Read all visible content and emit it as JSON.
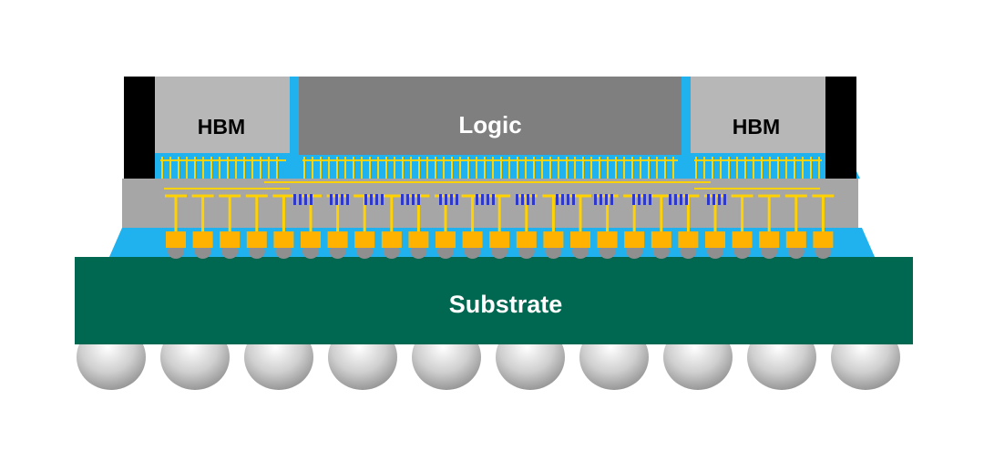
{
  "diagram": {
    "labels": {
      "hbm_left": "HBM",
      "logic": "Logic",
      "hbm_right": "HBM",
      "substrate": "Substrate"
    },
    "colors": {
      "substrate": "#006750",
      "interposer": "#a6a6a6",
      "hbm": "#b7b7b7",
      "logic": "#7f7f7f",
      "mold": "#000000",
      "underfill": "#1fb2ee",
      "wiring": "#ffd200",
      "via": "#2f39c9",
      "bump": "#ffb300",
      "solder_ball": "#c8c8c8"
    },
    "counts": {
      "c4_bumps": 25,
      "bga_balls": 10
    }
  }
}
